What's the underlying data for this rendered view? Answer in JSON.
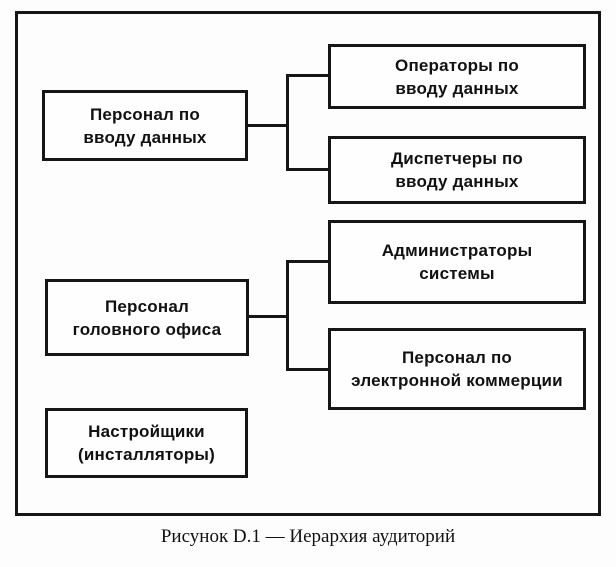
{
  "figure": {
    "caption": "Рисунок D.1 — Иерархия аудиторий",
    "colors": {
      "line": "#161616",
      "background": "#fdfdfd",
      "box_fill": "#fefefe",
      "text": "#111111"
    },
    "diagram": {
      "nodes": [
        {
          "key": "data-entry-personnel",
          "label": "Персонал по\nвводу данных"
        },
        {
          "key": "data-entry-operators",
          "label": "Операторы по\nвводу данных"
        },
        {
          "key": "data-entry-dispatchers",
          "label": "Диспетчеры по\nвводу данных"
        },
        {
          "key": "head-office-personnel",
          "label": "Персонал\nголовного офиса"
        },
        {
          "key": "system-administrators",
          "label": "Администраторы\nсистемы"
        },
        {
          "key": "ecommerce-personnel",
          "label": "Персонал по\nэлектронной коммерции"
        },
        {
          "key": "installers",
          "label": "Настройщики\n(инсталляторы)"
        }
      ],
      "edges": [
        {
          "from": "data-entry-personnel",
          "to": "data-entry-operators"
        },
        {
          "from": "data-entry-personnel",
          "to": "data-entry-dispatchers"
        },
        {
          "from": "head-office-personnel",
          "to": "system-administrators"
        },
        {
          "from": "head-office-personnel",
          "to": "ecommerce-personnel"
        }
      ]
    }
  }
}
